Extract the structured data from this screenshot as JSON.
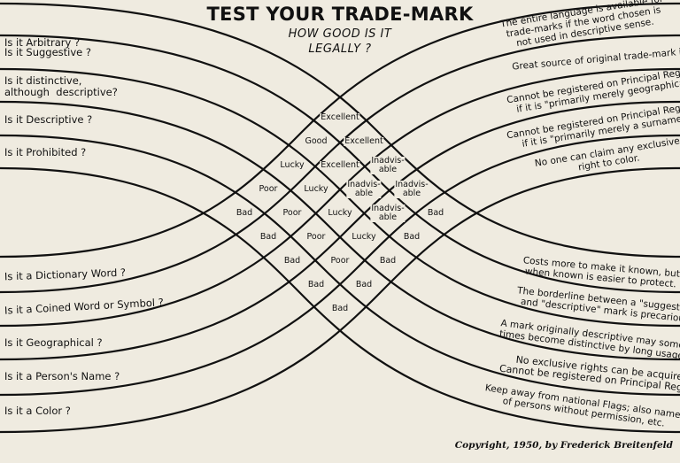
{
  "title": "TEST YOUR TRADE-MARK",
  "subtitle_line1": "HOW GOOD IS IT",
  "subtitle_line2": "LEGALLY ?",
  "questions_top": [
    "Is it Arbitrary ?",
    "Is it Suggestive ?",
    "Is it distinctive,\nalthough  descriptive?",
    "Is it Descriptive ?",
    "Is it Prohibited ?"
  ],
  "questions_bottom": [
    "Is it a Dictionary Word ?",
    "Is it a Coined Word or Symbol ?",
    "Is it Geographical ?",
    "Is it a Person's Name ?",
    "Is it a Color ?"
  ],
  "notes_top": [
    "The entire language is available for\ntrade-marks if the word chosen is\nnot used in descriptive sense.",
    "Great source of original trade-mark ideas.",
    "Cannot be registered on Principal Register\nif it is \"primarily merely geographical.\"",
    "Cannot be registered on Principal Register\nif it is \"primarily merely a surname.\"",
    "No one can claim any exclusive\nright to color."
  ],
  "notes_bottom": [
    "Costs more to make it known, but\nwhen known is easier to protect.",
    "The borderline between a \"suggestive\"\nand \"descriptive\" mark is precarious.",
    "A mark originally descriptive may some-\ntimes become distinctive by long usage.",
    "No exclusive rights can be acquired.\nCannot be registered on Principal Register.",
    "Keep away from national Flags; also names\nof persons without permission, etc."
  ],
  "grid": [
    [
      "Excellent",
      "Excellent",
      "Inadvis-\nable",
      "Inadvis-\nable",
      "Bad"
    ],
    [
      "Good",
      "Excellent",
      "Inadvis-\nable",
      "Inadvis-\nable",
      "Bad"
    ],
    [
      "Lucky",
      "Lucky",
      "Lucky",
      "Lucky",
      "Bad"
    ],
    [
      "Poor",
      "Poor",
      "Poor",
      "Poor",
      "Bad"
    ],
    [
      "Bad",
      "Bad",
      "Bad",
      "Bad",
      "Bad"
    ]
  ],
  "copyright": "Copyright, 1950, by Frederick Breitenfeld",
  "colors": {
    "paper": "#efebe0",
    "ink": "#111111"
  }
}
